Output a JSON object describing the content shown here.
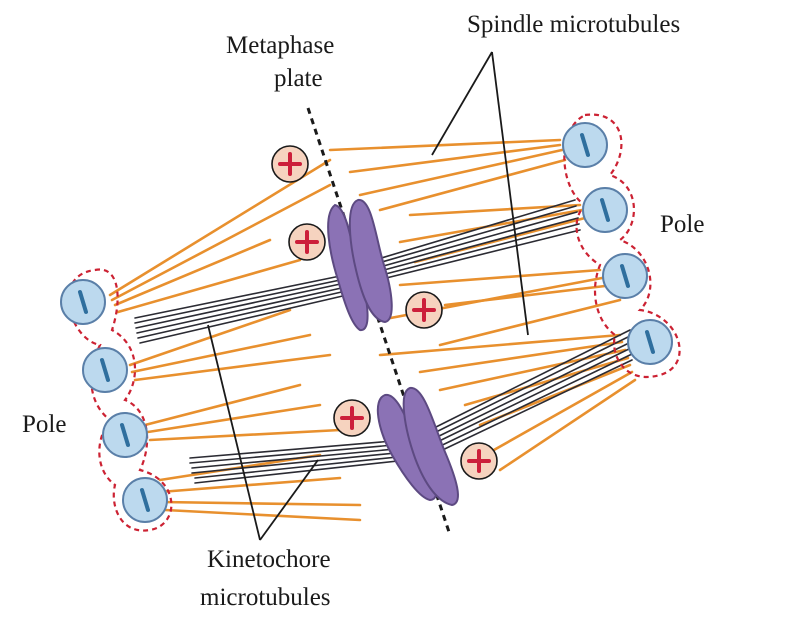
{
  "labels": {
    "spindle_microtubules": "Spindle microtubules",
    "metaphase_line1": "Metaphase",
    "metaphase_line2": "plate",
    "pole_right": "Pole",
    "pole_left": "Pole",
    "kinetochore_line1": "Kinetochore",
    "kinetochore_line2": "microtubules"
  },
  "colors": {
    "spindle_fiber": "#e8902e",
    "kinetochore_fiber": "#2b2b33",
    "chromosome": "#8b72b5",
    "centrosome_fill": "#bcd9ee",
    "centrosome_border": "#5a7fa8",
    "centriole_mark": "#2f6f9e",
    "plus_fill": "#f6d3bf",
    "plus_sign": "#cc1f3a",
    "dashed_outline": "#cc2233"
  },
  "icons": {
    "centrosome": "centriole-circle-icon",
    "plus_end": "plus-circle-icon"
  }
}
